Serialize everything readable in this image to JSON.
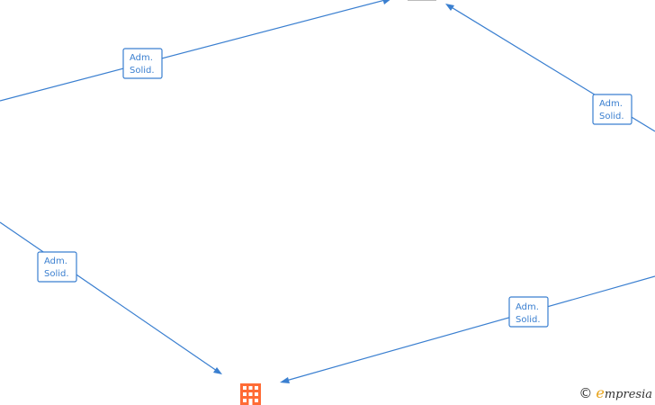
{
  "diagram": {
    "edges": [
      {
        "label_line1": "Adm.",
        "label_line2": "Solid."
      },
      {
        "label_line1": "Adm.",
        "label_line2": "Solid."
      },
      {
        "label_line1": "Adm.",
        "label_line2": "Solid."
      },
      {
        "label_line1": "Adm.",
        "label_line2": "Solid."
      }
    ],
    "nodes": [
      {
        "icon": "company-building-icon",
        "color": "#ff6b35"
      }
    ],
    "edge_color": "#3a7fd0"
  },
  "watermark": {
    "copyright": "©",
    "brand_initial": "e",
    "brand_rest": "mpresia",
    "brand_initial_color": "#e8a317"
  }
}
